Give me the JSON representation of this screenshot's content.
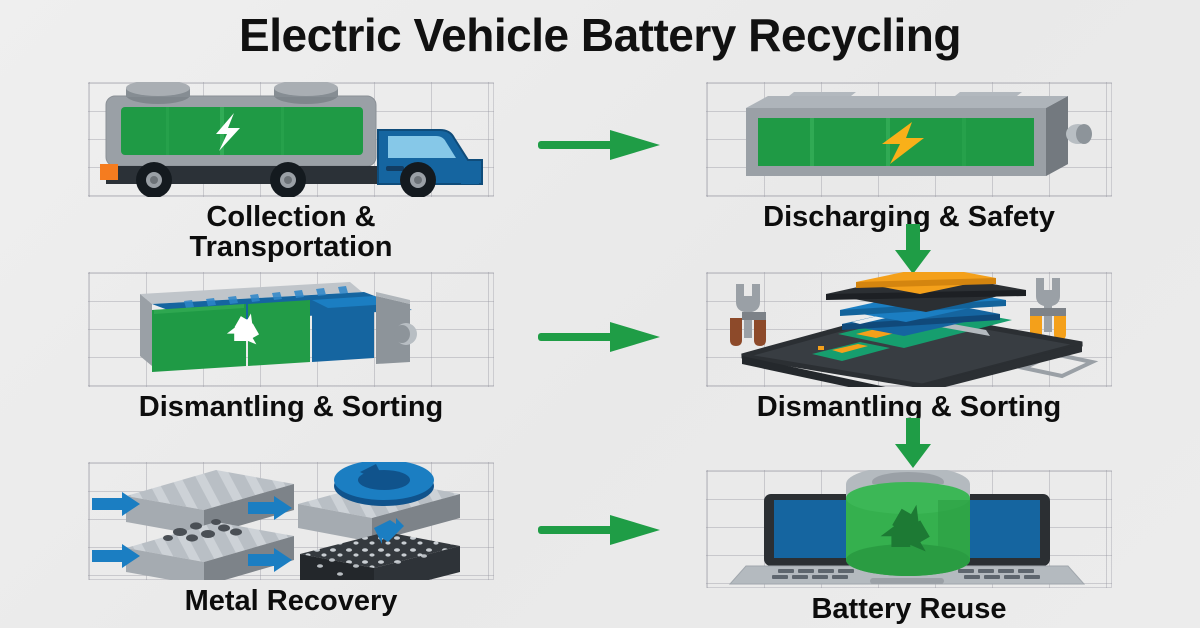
{
  "title": "Electric Vehicle Battery Recycling",
  "colors": {
    "background": "#ececec",
    "title_text": "#111111",
    "caption_text": "#0d0d0d",
    "grid_line": "#96969f",
    "green": "#1f9a45",
    "green_dark": "#15773a",
    "green_light": "#3cb055",
    "arrow_green": "#1f9d46",
    "blue": "#1565a0",
    "blue_light": "#86c8e8",
    "blue_mid": "#1b7ec2",
    "orange": "#f4a01a",
    "yellow_bolt": "#f9b019",
    "grey": "#9aa0a6",
    "grey_light": "#c3c8cd",
    "grey_dark": "#6d7378",
    "dark": "#2b2f33",
    "rust": "#8d4a2a"
  },
  "steps": [
    {
      "id": "collection",
      "caption": "Collection &\nTransportation",
      "icon": "battery-truck-icon",
      "art_label": "green battery trailer truck with white lightning bolt"
    },
    {
      "id": "discharging",
      "caption": "Discharging & Safety",
      "icon": "battery-pack-icon",
      "art_label": "3D grey battery pack with green cells and yellow lightning bolt"
    },
    {
      "id": "dismantling-left",
      "caption": "Dismantling & Sorting",
      "icon": "battery-module-recycle-icon",
      "art_label": "isometric green and blue battery module with recycle symbol"
    },
    {
      "id": "dismantling-right",
      "caption": "Dismantling & Sorting",
      "icon": "exploded-battery-tools-icon",
      "art_label": "exploded battery layers on dark tray flanked by two wrenches"
    },
    {
      "id": "metal-recovery",
      "caption": "Metal Recovery",
      "icon": "metal-blocks-icon",
      "art_label": "grey metal slabs with blue process arrows, blue recycle disc and dark speckled block"
    },
    {
      "id": "battery-reuse",
      "caption": "Battery Reuse",
      "icon": "laptop-battery-icon",
      "art_label": "laptop with blue screen and green cylindrical battery with recycle symbol"
    }
  ],
  "flow_arrows": [
    {
      "id": "arrow-collection-to-discharging",
      "direction": "right",
      "icon": "arrow-right-icon"
    },
    {
      "id": "arrow-discharging-to-dismantling",
      "direction": "down",
      "icon": "arrow-down-icon"
    },
    {
      "id": "arrow-dismantling-left-to-right",
      "direction": "right",
      "icon": "arrow-right-icon"
    },
    {
      "id": "arrow-dismantling-to-reuse",
      "direction": "down",
      "icon": "arrow-down-icon"
    },
    {
      "id": "arrow-metal-to-reuse",
      "direction": "right",
      "icon": "arrow-right-icon"
    }
  ]
}
